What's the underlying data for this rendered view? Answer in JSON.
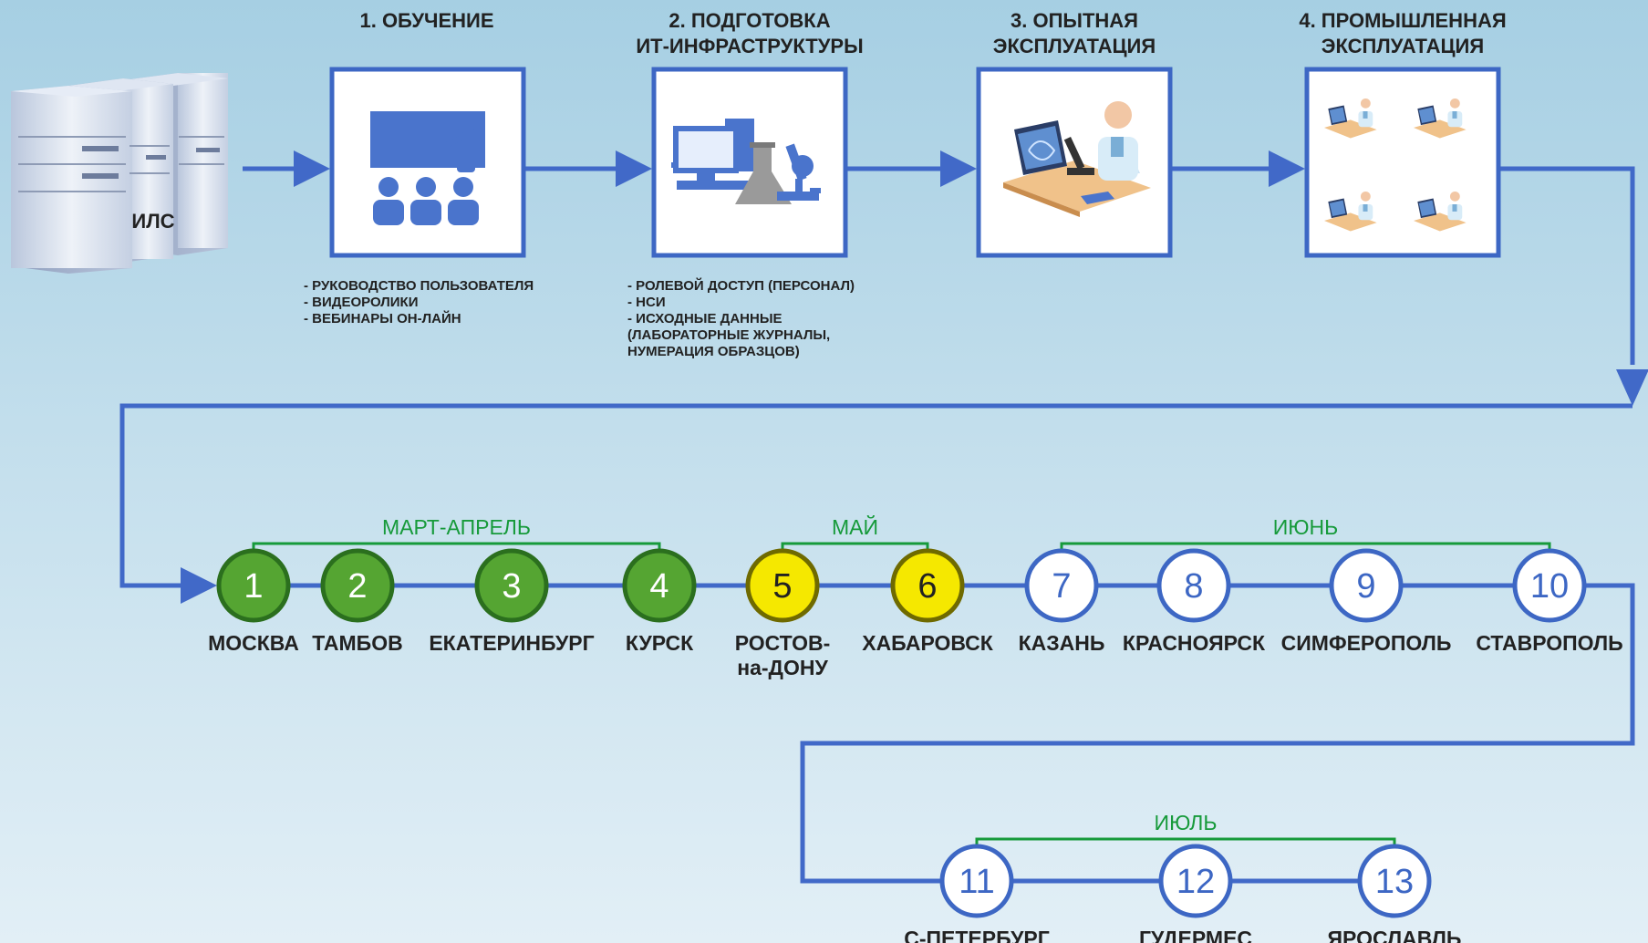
{
  "source": {
    "label": "ИЛС"
  },
  "stages": [
    {
      "title_lines": [
        "1. ОБУЧЕНИЕ"
      ],
      "icon": "classroom-icon",
      "notes": [
        "- РУКОВОДСТВО ПОЛЬЗОВАТЕЛЯ",
        "- ВИДЕОРОЛИКИ",
        "- ВЕБИНАРЫ ОН-ЛАЙН"
      ]
    },
    {
      "title_lines": [
        "2. ПОДГОТОВКА",
        "ИТ-ИНФРАСТРУКТУРЫ"
      ],
      "icon": "computer-lab-icon",
      "notes": [
        "- РОЛЕВОЙ ДОСТУП (ПЕРСОНАЛ)",
        "- НСИ",
        "- ИСХОДНЫЕ ДАННЫЕ",
        "  (ЛАБОРАТОРНЫЕ ЖУРНАЛЫ,",
        "  НУМЕРАЦИЯ ОБРАЗЦОВ)"
      ]
    },
    {
      "title_lines": [
        "3. ОПЫТНАЯ",
        "ЭКСПЛУАТАЦИЯ"
      ],
      "icon": "lab-worker-icon",
      "notes": []
    },
    {
      "title_lines": [
        "4. ПРОМЫШЛЕННАЯ",
        "ЭКСПЛУАТАЦИЯ"
      ],
      "icon": "multiple-lab-workers-icon",
      "notes": []
    }
  ],
  "periods": [
    {
      "label": "МАРТ-АПРЕЛЬ",
      "from": 1,
      "to": 4
    },
    {
      "label": "МАЙ",
      "from": 5,
      "to": 6
    },
    {
      "label": "ИЮНЬ",
      "from": 7,
      "to": 10
    },
    {
      "label": "ИЮЛЬ",
      "from": 11,
      "to": 13
    }
  ],
  "sites": [
    {
      "num": "1",
      "city_lines": [
        "МОСКВА"
      ],
      "status": "done"
    },
    {
      "num": "2",
      "city_lines": [
        "ТАМБОВ"
      ],
      "status": "done"
    },
    {
      "num": "3",
      "city_lines": [
        "ЕКАТЕРИНБУРГ"
      ],
      "status": "done"
    },
    {
      "num": "4",
      "city_lines": [
        "КУРСК"
      ],
      "status": "done"
    },
    {
      "num": "5",
      "city_lines": [
        "РОСТОВ-",
        "на-ДОНУ"
      ],
      "status": "in-progress"
    },
    {
      "num": "6",
      "city_lines": [
        "ХАБАРОВСК"
      ],
      "status": "in-progress"
    },
    {
      "num": "7",
      "city_lines": [
        "КАЗАНЬ"
      ],
      "status": "planned"
    },
    {
      "num": "8",
      "city_lines": [
        "КРАСНОЯРСК"
      ],
      "status": "planned"
    },
    {
      "num": "9",
      "city_lines": [
        "СИМФЕРОПОЛЬ"
      ],
      "status": "planned"
    },
    {
      "num": "10",
      "city_lines": [
        "СТАВРОПОЛЬ"
      ],
      "status": "planned"
    },
    {
      "num": "11",
      "city_lines": [
        "С-ПЕТЕРБУРГ"
      ],
      "status": "planned"
    },
    {
      "num": "12",
      "city_lines": [
        "ГУДЕРМЕС"
      ],
      "status": "planned"
    },
    {
      "num": "13",
      "city_lines": [
        "ЯРОСЛАВЛЬ"
      ],
      "status": "planned"
    }
  ],
  "colors": {
    "flow_line": "#4169c8",
    "box_border": "#3d67c4",
    "period_bracket": "#169a3a",
    "done_fill": "#55a532",
    "done_border": "#2b6f1e",
    "in_progress_fill": "#f5e800",
    "in_progress_border": "#6f6a00",
    "planned_fill": "#ffffff",
    "planned_border": "#3d67c4",
    "icon_blue": "#4a74cc"
  }
}
